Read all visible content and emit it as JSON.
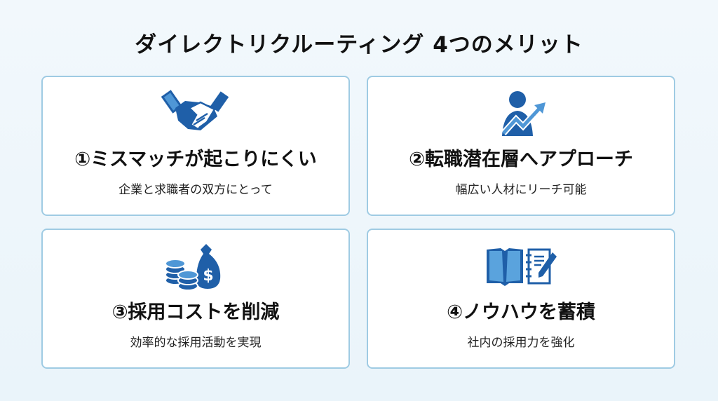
{
  "title": "ダイレクトリクルーティング 4つのメリット",
  "colors": {
    "icon_dark": "#1f5fa8",
    "icon_light": "#4f97d6",
    "card_border": "#9fcbe3"
  },
  "cards": [
    {
      "heading": "①ミスマッチが起こりにくい",
      "sub": "企業と求職者の双方にとって",
      "icon": "handshake-icon"
    },
    {
      "heading": "②転職潜在層へアプローチ",
      "sub": "幅広い人材にリーチ可能",
      "icon": "person-growth-icon"
    },
    {
      "heading": "③採用コストを削減",
      "sub": "効率的な採用活動を実現",
      "icon": "money-coins-icon"
    },
    {
      "heading": "④ノウハウを蓄積",
      "sub": "社内の採用力を強化",
      "icon": "book-notebook-icon"
    }
  ]
}
